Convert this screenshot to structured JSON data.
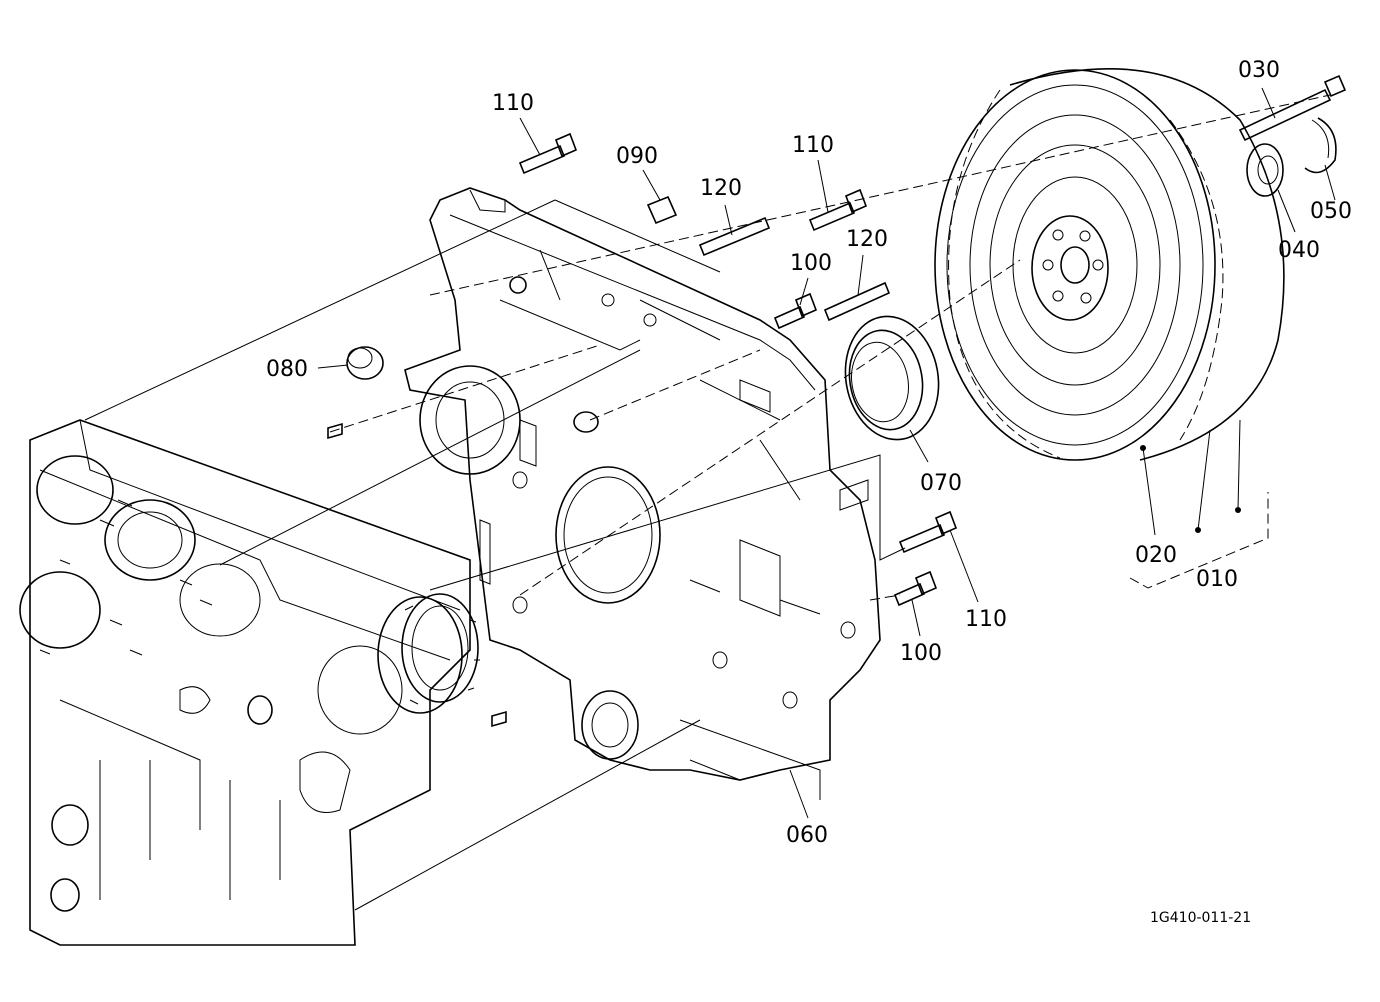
{
  "diagram": {
    "drawing_id": "1G410-011-21",
    "parts": [
      {
        "key": "p110a",
        "label": "110"
      },
      {
        "key": "p090",
        "label": "090"
      },
      {
        "key": "p120a",
        "label": "120"
      },
      {
        "key": "p110b",
        "label": "110"
      },
      {
        "key": "p100a",
        "label": "100"
      },
      {
        "key": "p120b",
        "label": "120"
      },
      {
        "key": "p080",
        "label": "080"
      },
      {
        "key": "p070",
        "label": "070"
      },
      {
        "key": "p030",
        "label": "030"
      },
      {
        "key": "p040",
        "label": "040"
      },
      {
        "key": "p050",
        "label": "050"
      },
      {
        "key": "p020",
        "label": "020"
      },
      {
        "key": "p010",
        "label": "010"
      },
      {
        "key": "p110c",
        "label": "110"
      },
      {
        "key": "p100b",
        "label": "100"
      },
      {
        "key": "p060",
        "label": "060"
      }
    ]
  }
}
